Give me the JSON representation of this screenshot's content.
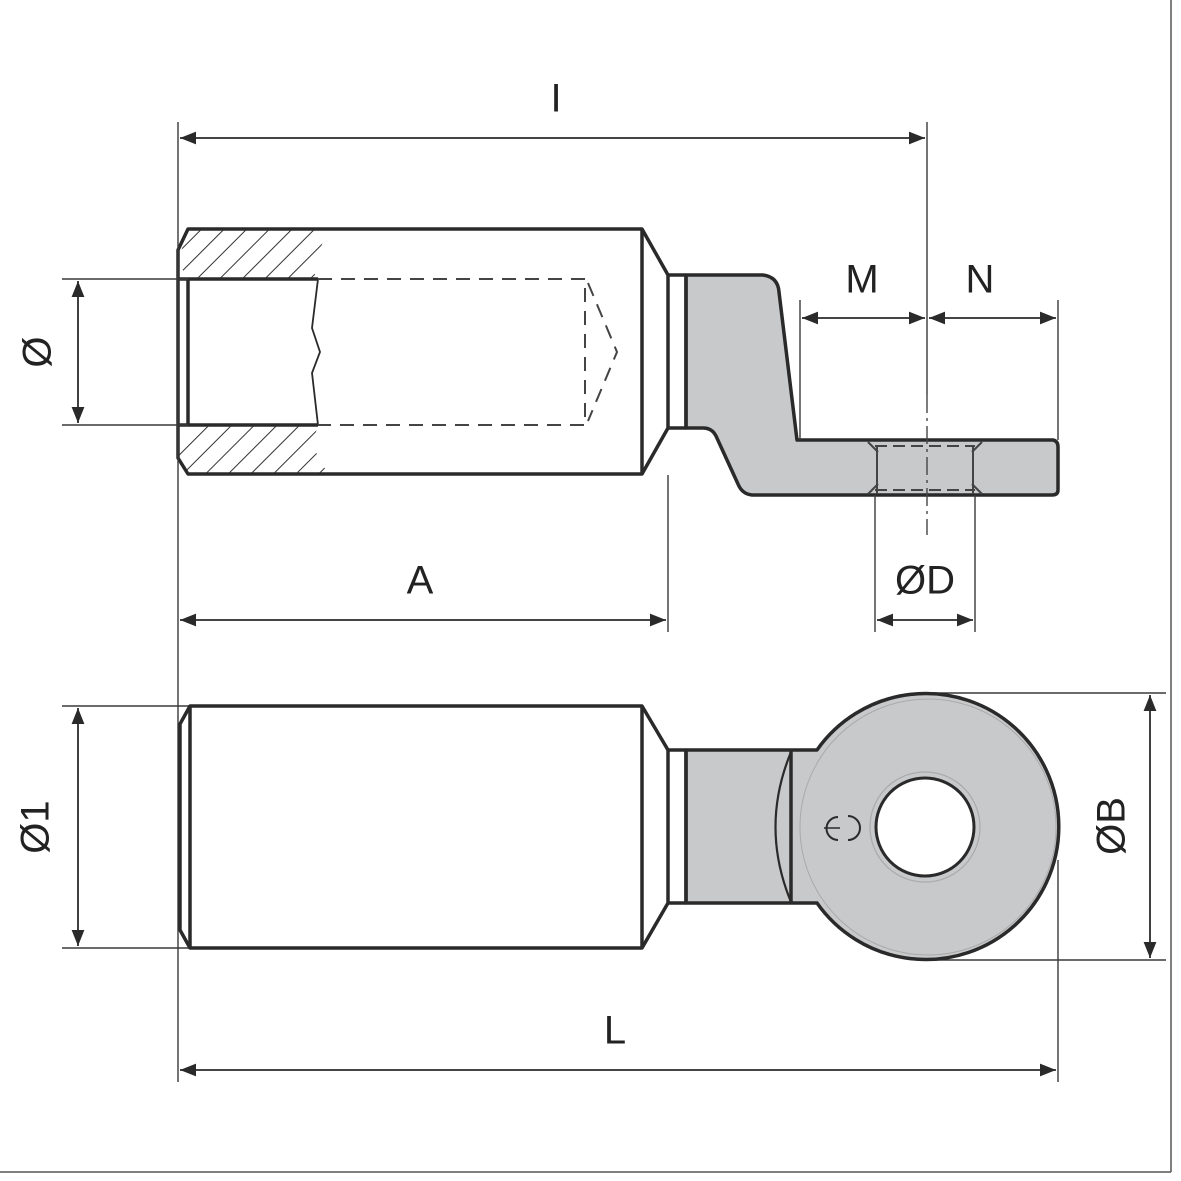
{
  "drawing": {
    "title": "Cable lug technical drawing",
    "labels": {
      "overall_length_top": "I",
      "bore_diameter": "Ø",
      "dim_m": "M",
      "dim_n": "N",
      "barrel_length": "A",
      "hole_diameter": "ØD",
      "outer_diameter": "Ø1",
      "palm_diameter": "ØB",
      "overall_length": "L"
    },
    "colors": {
      "line": "#2a2a2a",
      "fill": "#c8c9cb",
      "background": "#ffffff"
    }
  }
}
